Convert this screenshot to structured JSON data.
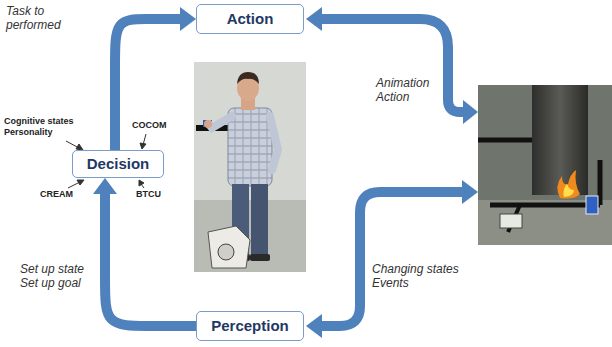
{
  "diagram": {
    "nodes": [
      {
        "text": [
          "Action"
        ]
      },
      {
        "text": [
          "Decision"
        ]
      },
      {
        "text": [
          "Perception"
        ]
      }
    ],
    "edges": [
      {
        "from": 1,
        "to": 0,
        "arrow": "to",
        "label": "Task to performed"
      },
      {
        "from": 2,
        "to": 1,
        "arrow": "to",
        "label": "Set up state Set up goal"
      }
    ],
    "labels": [
      "Animation Action",
      "Changing states Events",
      "Cognitive states Personality",
      "COCOM",
      "CREAM",
      "BTCU"
    ]
  }
}
